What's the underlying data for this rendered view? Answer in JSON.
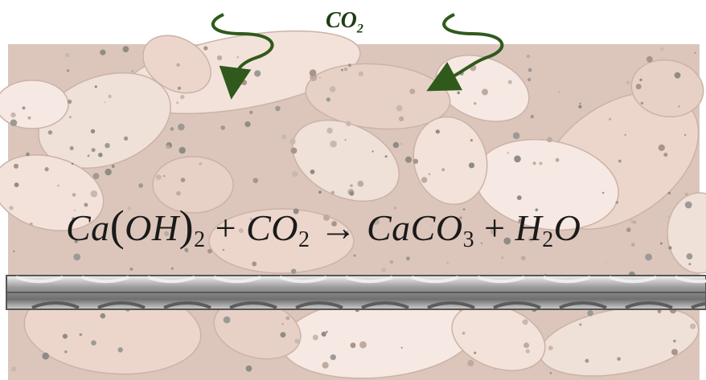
{
  "co2_label": {
    "main": "CO",
    "sub": "2"
  },
  "equation": {
    "ca": "Ca",
    "open": "(",
    "oh": "OH",
    "close": ")",
    "sub1": "2",
    "plus1": " + ",
    "co": "CO",
    "sub2": "2",
    "arrow": " → ",
    "caco": "CaCO",
    "sub3": "3",
    "plus2": " + ",
    "h": "H",
    "sub4": "2",
    "o": "O"
  },
  "colors": {
    "concrete": "#d9c3b8",
    "arrow": "#2f5a1c",
    "rebar": "#7a7a7a"
  }
}
